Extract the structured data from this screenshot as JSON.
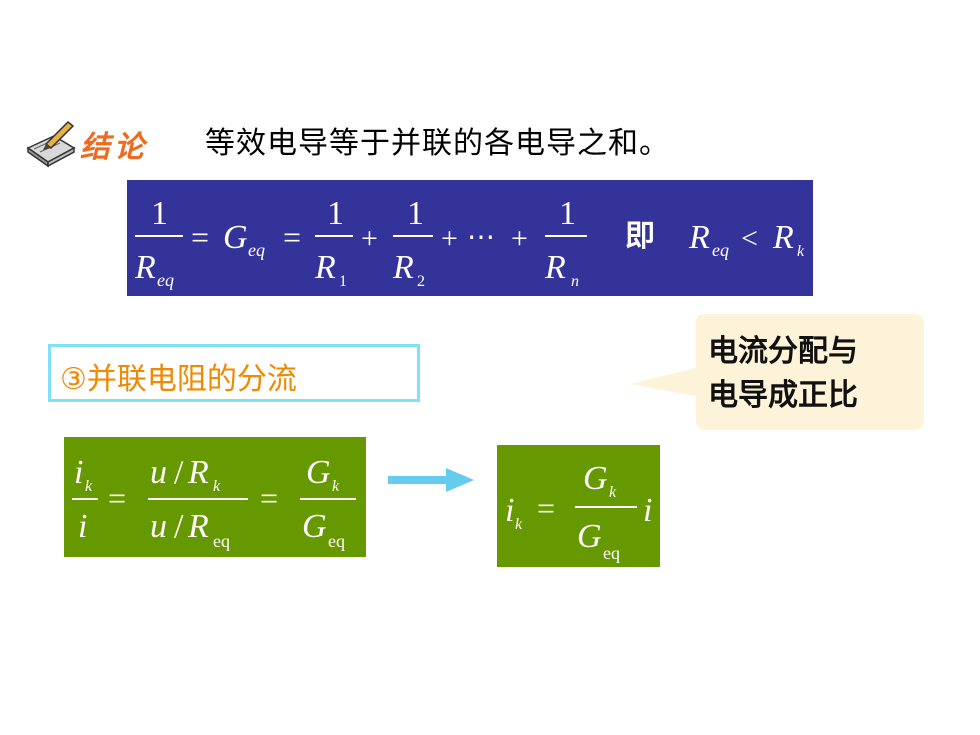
{
  "conclusion": {
    "label": "结论",
    "text": "等效电导等于并联的各电导之和。"
  },
  "formula_top": {
    "num_1": "1",
    "R": "R",
    "eq_sub": "eq",
    "equals": "=",
    "G": "G",
    "plus": "+",
    "dots": "⋯",
    "sub_1": "1",
    "sub_2": "2",
    "sub_n": "n",
    "ji": "即",
    "less_than": "<",
    "sub_k": "k"
  },
  "section_heading": "③并联电阻的分流",
  "callout": {
    "line1": "电流分配与",
    "line2": "电导成正比"
  },
  "formula_left": {
    "i": "i",
    "sub_k": "k",
    "u": "u",
    "slash": "/",
    "R": "R",
    "G": "G",
    "eq_sub": "eq",
    "equals": "="
  },
  "formula_right": {
    "i": "i",
    "sub_k": "k",
    "G": "G",
    "eq_sub": "eq",
    "equals": "="
  },
  "colors": {
    "formula_bg_blue": "#333399",
    "formula_bg_green": "#669900",
    "label_orange": "#ef6a1f",
    "heading_orange": "#f08800",
    "heading_border": "#7fe0f8",
    "arrow": "#66ccee",
    "callout_bg": "#fdf3d8"
  }
}
